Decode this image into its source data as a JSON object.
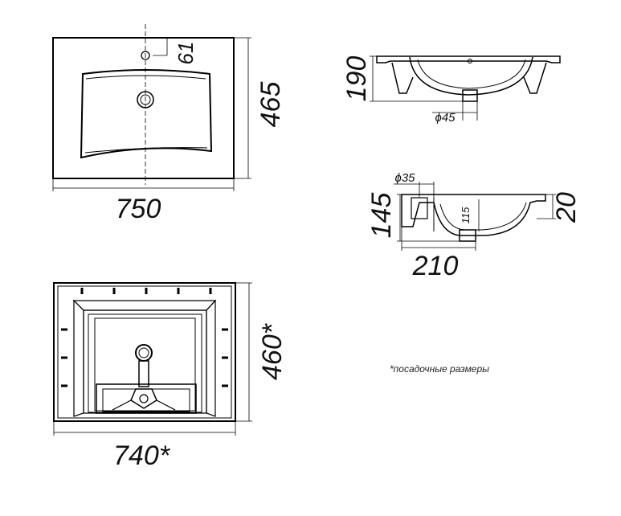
{
  "top_view": {
    "width": "750",
    "depth": "465",
    "tap_offset": "61"
  },
  "bottom_view": {
    "width": "740*",
    "depth": "460*"
  },
  "front_section": {
    "height": "190",
    "drain": "ϕ45"
  },
  "side_section": {
    "height": "145",
    "inner_height": "115",
    "overflow": "ϕ35",
    "depth": "210",
    "rim": "20"
  },
  "footnote": "*посадочные размеры",
  "colors": {
    "line": "#000000",
    "background": "#ffffff"
  }
}
